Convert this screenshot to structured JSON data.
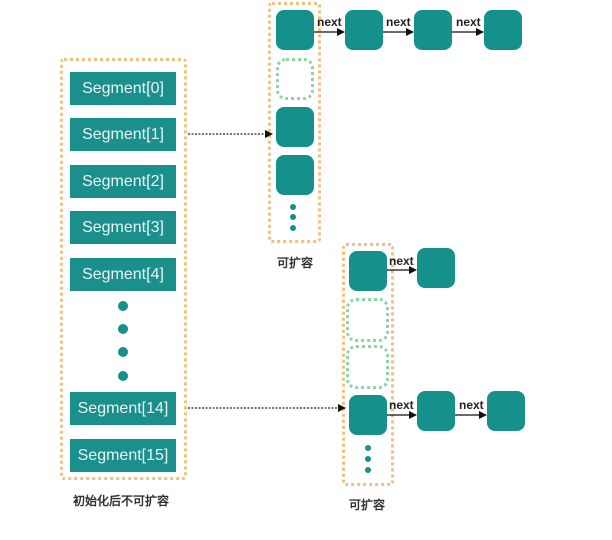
{
  "segments": {
    "items": [
      "Segment[0]",
      "Segment[1]",
      "Segment[2]",
      "Segment[3]",
      "Segment[4]",
      "Segment[14]",
      "Segment[15]"
    ],
    "caption": "初始化后不可扩容"
  },
  "table_top": {
    "caption": "可扩容",
    "chain_labels": [
      "next",
      "next",
      "next"
    ]
  },
  "table_bottom": {
    "caption": "可扩容",
    "chain1_labels": [
      "next"
    ],
    "chain2_labels": [
      "next",
      "next"
    ]
  },
  "colors": {
    "segment_fill": "#1a8f8c",
    "node_fill": "#16908b",
    "frame_orange": "#efc07f",
    "empty_slot_green": "#8fd4a4"
  }
}
